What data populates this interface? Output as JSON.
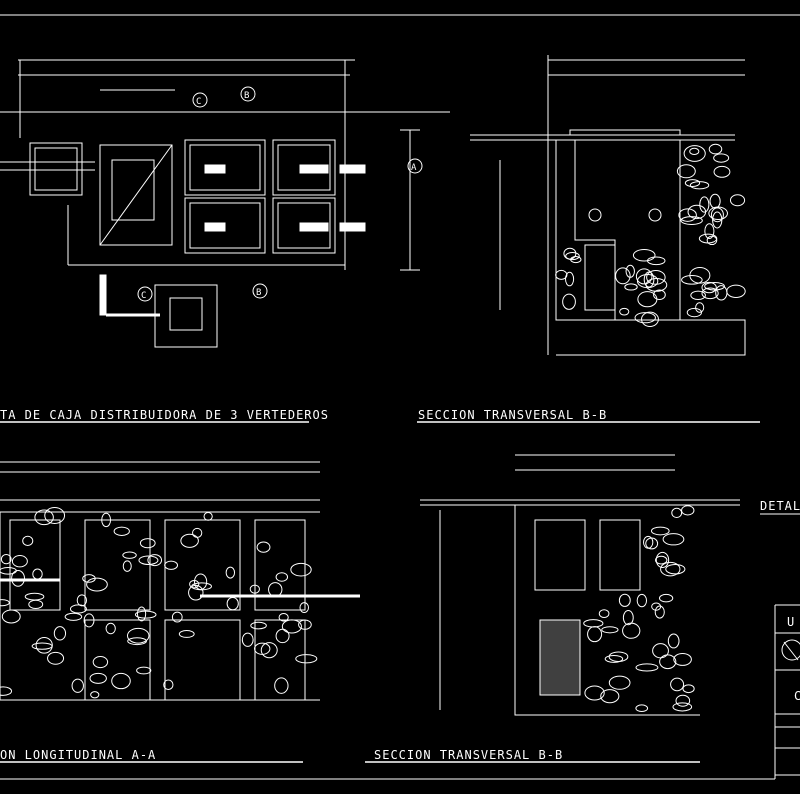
{
  "colors": {
    "background": "#000000",
    "lines": "#ffffff"
  },
  "titles": {
    "plan": "TA DE CAJA DISTRIBUIDORA DE 3 VERTEDEROS",
    "section_top": "SECCION TRANSVERSAL B-B",
    "section_long": "ON LONGITUDINAL A-A",
    "section_bottom": "SECCION TRANSVERSAL B-B",
    "detail": "DETALL"
  },
  "section_markers": {
    "a": "A",
    "b": "B",
    "c": "C"
  },
  "title_block": {
    "top_letter": "U",
    "mid_letter": "C"
  }
}
